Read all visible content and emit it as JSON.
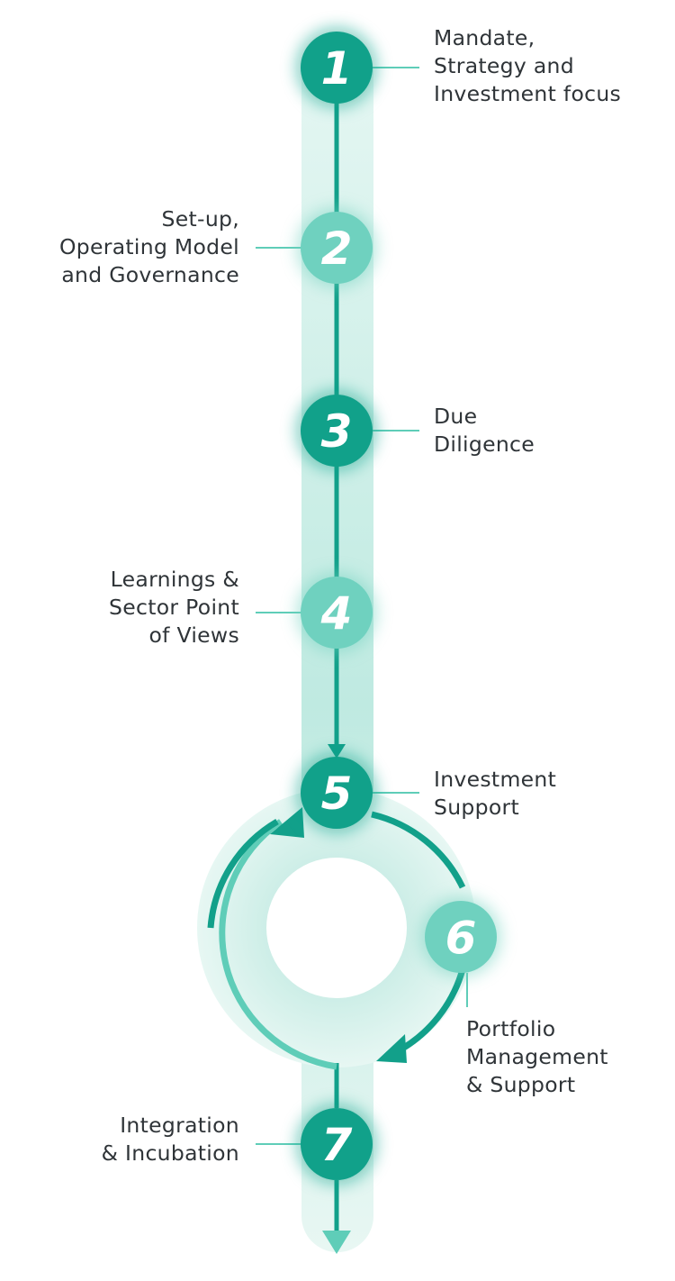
{
  "colors": {
    "dark": "#11a18a",
    "light": "#6fd1bf",
    "track": "#bdeae1",
    "line": "#12a08a",
    "connector": "#5fcdb8",
    "text": "#2f3438"
  },
  "steps": [
    {
      "number": "1",
      "tone": "dark",
      "label_lines": [
        "Mandate,",
        "Strategy and",
        "Investment focus"
      ]
    },
    {
      "number": "2",
      "tone": "light",
      "label_lines": [
        "Set-up,",
        "Operating Model",
        "and Governance"
      ]
    },
    {
      "number": "3",
      "tone": "dark",
      "label_lines": [
        "Due",
        "Diligence"
      ]
    },
    {
      "number": "4",
      "tone": "light",
      "label_lines": [
        "Learnings &",
        "Sector Point",
        "of Views"
      ]
    },
    {
      "number": "5",
      "tone": "dark",
      "label_lines": [
        "Investment",
        "Support"
      ]
    },
    {
      "number": "6",
      "tone": "light",
      "label_lines": [
        "Portfolio",
        "Management",
        "& Support"
      ]
    },
    {
      "number": "7",
      "tone": "dark",
      "label_lines": [
        "Integration",
        "& Incubation"
      ]
    }
  ]
}
